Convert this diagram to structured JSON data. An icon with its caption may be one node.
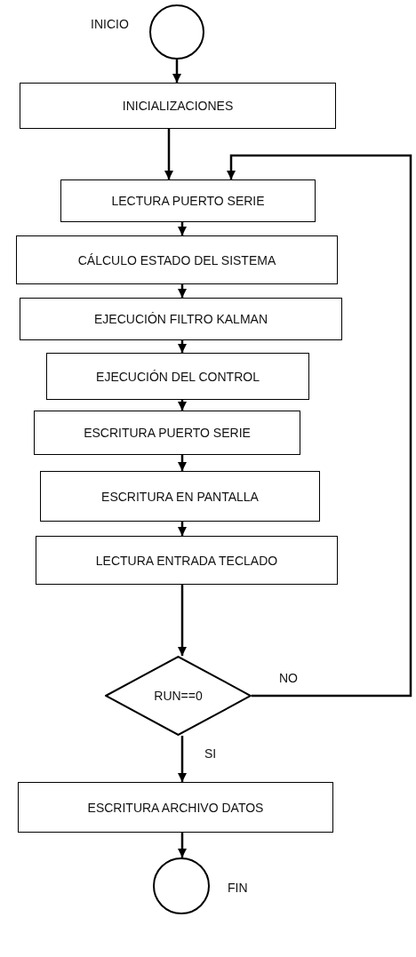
{
  "diagram": {
    "nodes": [
      {
        "text": [],
        "shape": "circle",
        "beside": [
          "INICIO"
        ]
      },
      {
        "text": [
          "INICIALIZACIONES"
        ]
      },
      {
        "text": [
          "LECTURA PUERTO SERIE"
        ]
      },
      {
        "text": [
          "CÁLCULO ESTADO DEL SISTEMA"
        ]
      },
      {
        "text": [
          "EJECUCIÓN FILTRO KALMAN"
        ]
      },
      {
        "text": [
          "EJECUCIÓN DEL CONTROL"
        ]
      },
      {
        "text": [
          "ESCRITURA PUERTO SERIE"
        ]
      },
      {
        "text": [
          "ESCRITURA EN PANTALLA"
        ]
      },
      {
        "text": [
          "LECTURA ENTRADA TECLADO"
        ]
      },
      {
        "text": [
          "RUN==0"
        ]
      },
      {
        "text": [
          "ESCRITURA ARCHIVO DATOS"
        ]
      },
      {
        "text": [],
        "shape": "circle",
        "beside": [
          "FIN"
        ]
      }
    ],
    "edges": [
      {
        "from": 0,
        "to": 1,
        "arrow": "to"
      },
      {
        "from": 1,
        "to": 2,
        "arrow": "to"
      },
      {
        "from": 2,
        "to": 3,
        "arrow": "to"
      },
      {
        "from": 3,
        "to": 4,
        "arrow": "to"
      },
      {
        "from": 4,
        "to": 5,
        "arrow": "to"
      },
      {
        "from": 5,
        "to": 6,
        "arrow": "to"
      },
      {
        "from": 6,
        "to": 7,
        "arrow": "to"
      },
      {
        "from": 7,
        "to": 8,
        "arrow": "to"
      },
      {
        "from": 8,
        "to": 9,
        "arrow": "to"
      },
      {
        "from": 9,
        "to": 10,
        "arrow": "to",
        "label": "SI"
      },
      {
        "from": 9,
        "to": 2,
        "arrow": "to",
        "label": "NO"
      },
      {
        "from": 10,
        "to": 11,
        "arrow": "to"
      }
    ]
  }
}
